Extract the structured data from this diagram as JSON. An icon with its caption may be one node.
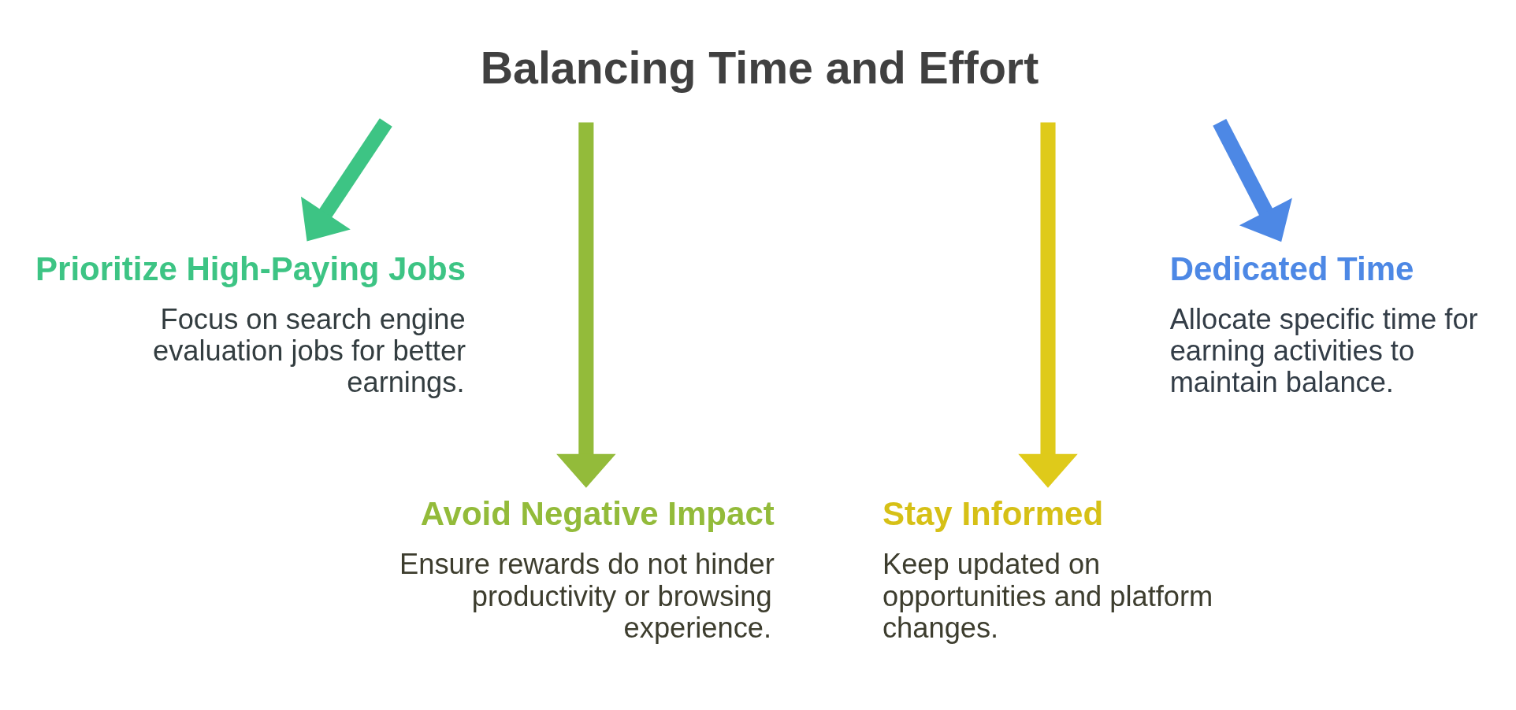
{
  "diagram": {
    "title": "Balancing Time and Effort",
    "nodes": [
      {
        "text": [
          "Prioritize High-Paying Jobs",
          "Focus on search engine evaluation jobs for better earnings."
        ]
      },
      {
        "text": [
          "Dedicated Time",
          "Allocate specific time for earning activities to maintain balance."
        ]
      },
      {
        "text": [
          "Avoid Negative Impact",
          "Ensure rewards do not hinder productivity or browsing experience."
        ]
      },
      {
        "text": [
          "Stay Informed",
          "Keep updated on opportunities and platform changes."
        ]
      }
    ],
    "edges": [
      {
        "from": null,
        "to": 0,
        "arrow": "to",
        "color": "#3dc484"
      },
      {
        "from": null,
        "to": 2,
        "arrow": "to",
        "color": "#93bb3a"
      },
      {
        "from": null,
        "to": 3,
        "arrow": "to",
        "color": "#dfca1a"
      },
      {
        "from": null,
        "to": 1,
        "arrow": "to",
        "color": "#4d88e5"
      }
    ]
  }
}
